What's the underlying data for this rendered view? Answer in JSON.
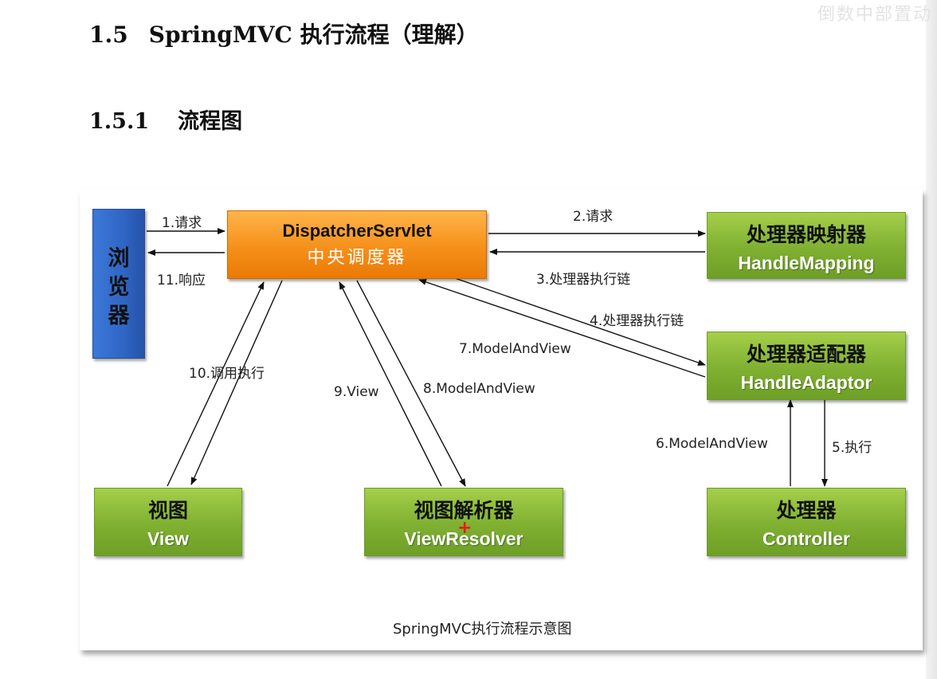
{
  "watermark": "倒数中部置动",
  "heading1": {
    "num": "1.5",
    "text": "SpringMVC 执行流程（理解）"
  },
  "heading2": {
    "num": "1.5.1",
    "text": "流程图"
  },
  "diagram": {
    "browser": {
      "chars": [
        "浏",
        "览",
        "器"
      ]
    },
    "dispatcher": {
      "en": "DispatcherServlet",
      "zh": "中央调度器"
    },
    "mapping": {
      "zh": "处理器映射器",
      "en": "HandleMapping"
    },
    "adaptor": {
      "zh": "处理器适配器",
      "en": "HandleAdaptor"
    },
    "view": {
      "zh": "视图",
      "en": "View"
    },
    "resolver": {
      "zh": "视图解析器",
      "en": "ViewResolver"
    },
    "controller": {
      "zh": "处理器",
      "en": "Controller"
    },
    "labels": {
      "l1": "1.请求",
      "l2": "2.请求",
      "l3": "3.处理器执行链",
      "l4": "4.处理器执行链",
      "l5": "5.执行",
      "l6": "6.ModelAndView",
      "l7": "7.ModelAndView",
      "l8": "8.ModelAndView",
      "l9": "9.View",
      "l10": "10.调用执行",
      "l11": "11.响应"
    },
    "caption": "SpringMVC执行流程示意图"
  },
  "colors": {
    "green": "#7fb031",
    "orange": "#f5901a",
    "blue": "#2f65c4",
    "marker": "#e0201a"
  }
}
